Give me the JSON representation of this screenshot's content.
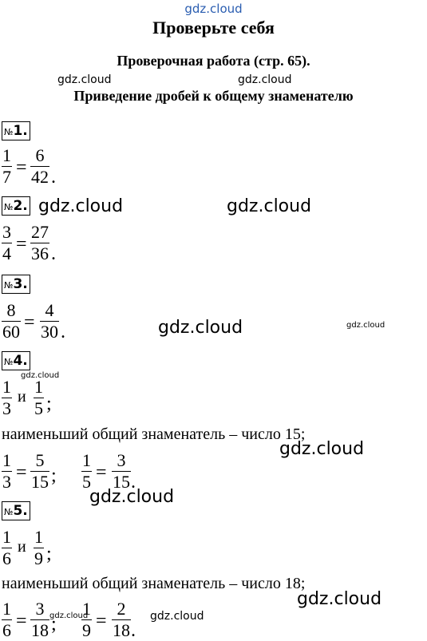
{
  "watermark": "gdz.cloud",
  "header": {
    "title": "Проверьте себя",
    "subtitle": "Проверочная работа (стр. 65).",
    "topic": "Приведение дробей к общему знаменателю"
  },
  "tasks": [
    {
      "label": "№",
      "digit": "1.",
      "eq": {
        "a_num": "1",
        "a_den": "7",
        "eq": "=",
        "b_num": "6",
        "b_den": "42",
        "end": "."
      }
    },
    {
      "label": "№",
      "digit": "2.",
      "eq": {
        "a_num": "3",
        "a_den": "4",
        "eq": "=",
        "b_num": "27",
        "b_den": "36",
        "end": "."
      }
    },
    {
      "label": "№",
      "digit": "3.",
      "eq": {
        "a_num": "8",
        "a_den": "60",
        "eq": "=",
        "b_num": "4",
        "b_den": "30",
        "end": "."
      }
    },
    {
      "label": "№",
      "digit": "4.",
      "pair": {
        "a_num": "1",
        "a_den": "3",
        "and": "и",
        "b_num": "1",
        "b_den": "5",
        "end": ";"
      },
      "lcd": "наименьший общий знаменатель – число 15;",
      "res1": {
        "a_num": "1",
        "a_den": "3",
        "eq": "=",
        "b_num": "5",
        "b_den": "15",
        "end": ";"
      },
      "res2": {
        "a_num": "1",
        "a_den": "5",
        "eq": "=",
        "b_num": "3",
        "b_den": "15",
        "end": "."
      }
    },
    {
      "label": "№",
      "digit": "5.",
      "pair": {
        "a_num": "1",
        "a_den": "6",
        "and": "и",
        "b_num": "1",
        "b_den": "9",
        "end": ";"
      },
      "lcd": "наименьший общий знаменатель – число 18;",
      "res1": {
        "a_num": "1",
        "a_den": "6",
        "eq": "=",
        "b_num": "3",
        "b_den": "18",
        "end": ";"
      },
      "res2": {
        "a_num": "1",
        "a_den": "9",
        "eq": "=",
        "b_num": "2",
        "b_den": "18",
        "end": "."
      }
    }
  ]
}
